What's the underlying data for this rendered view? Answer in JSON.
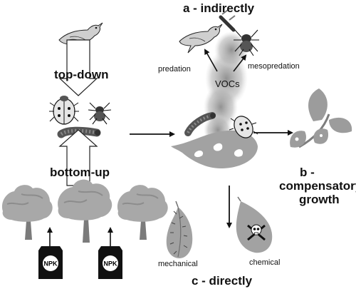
{
  "labels": {
    "top_down": "top-down",
    "bottom_up": "bottom-up",
    "a_indirectly": "a - indirectly",
    "predation": "predation",
    "mesopredation": "mesopredation",
    "vocs": "VOCs",
    "b_line1": "b -",
    "b_line2": "compensatory",
    "b_line3": "growth",
    "c_directly": "c - directly",
    "mechanical": "mechanical",
    "chemical": "chemical",
    "npk": "NPK"
  },
  "icons": [
    "bird-icon",
    "beetle-icon",
    "spider-icon",
    "caterpillar-icon",
    "tree-icon",
    "fertilizer-bag-icon",
    "leaf-icon",
    "skull-crossbones-icon",
    "branch-icon"
  ],
  "colors": {
    "foliage": "#a8a8a8",
    "foliage_dark": "#7d7d7d",
    "smoke": "#9a9a9a",
    "bag": "#111111",
    "arrow": "#111111"
  }
}
